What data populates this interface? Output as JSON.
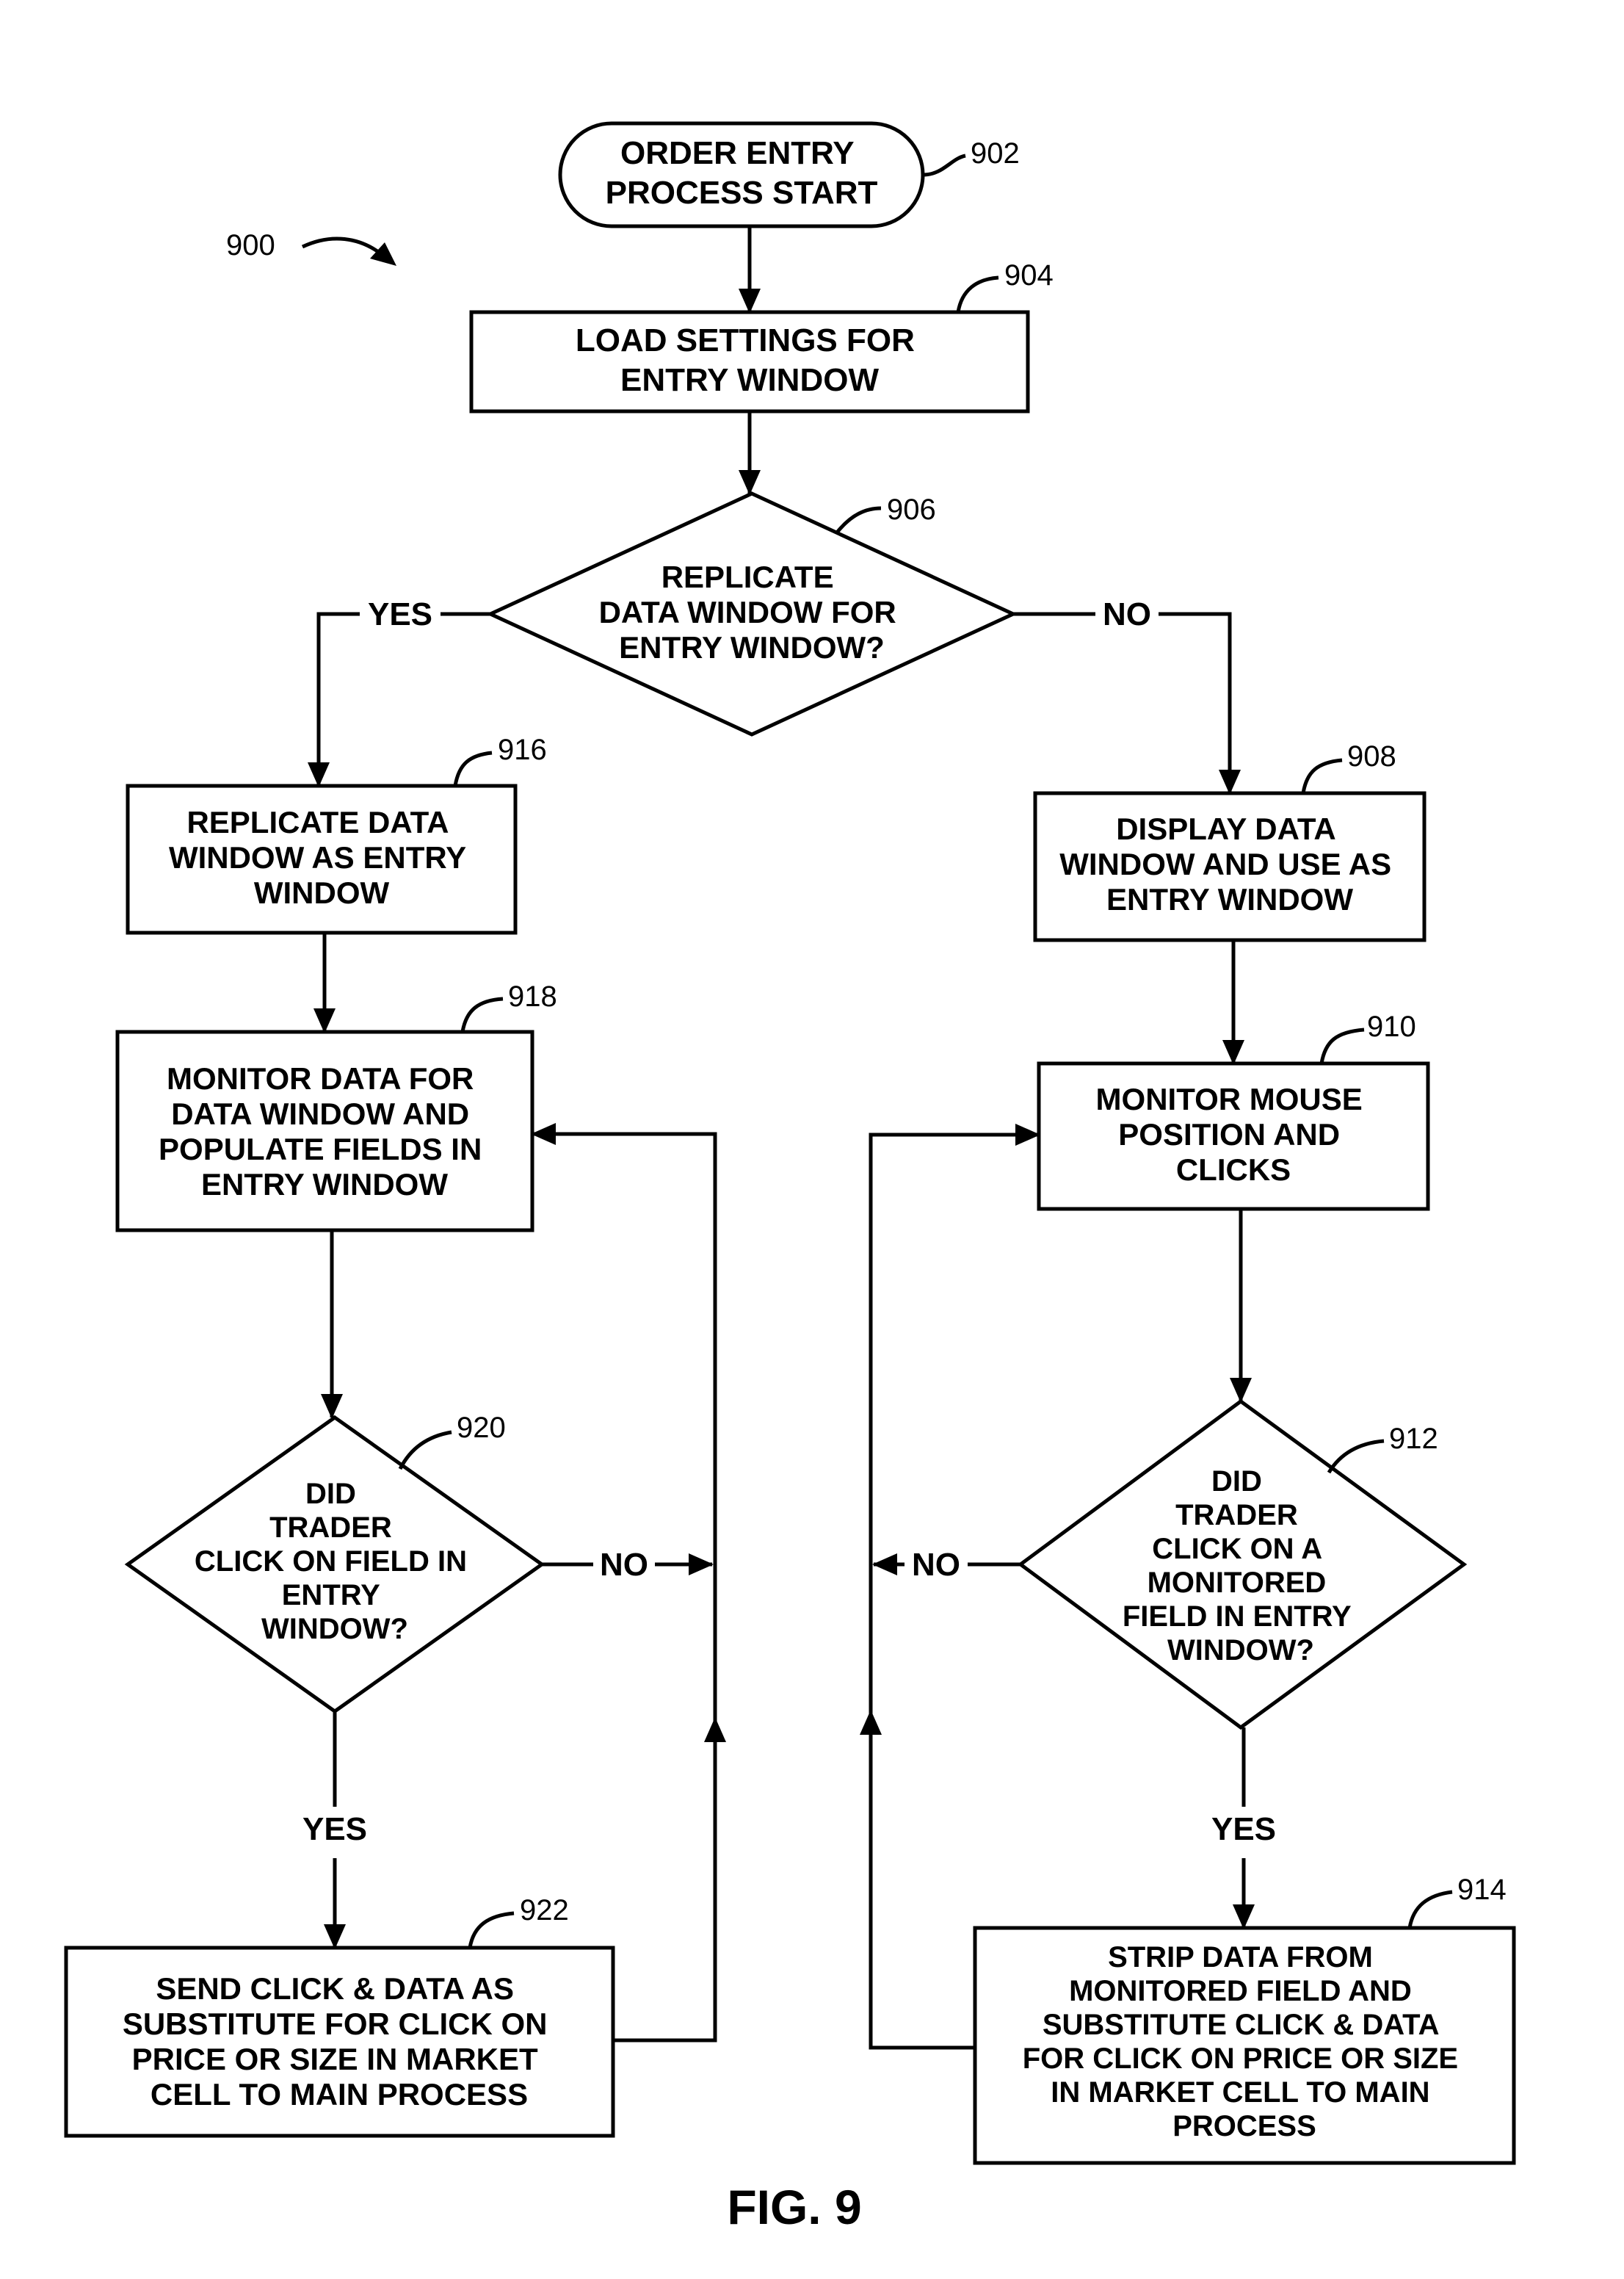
{
  "figure_number": "900",
  "caption": "FIG. 9",
  "nodes": {
    "start": {
      "ref": "902",
      "lines": [
        "ORDER ENTRY",
        "PROCESS START"
      ]
    },
    "load_settings": {
      "ref": "904",
      "lines": [
        "LOAD SETTINGS FOR",
        "ENTRY WINDOW"
      ]
    },
    "replicate_decision": {
      "ref": "906",
      "lines": [
        "REPLICATE",
        "DATA WINDOW FOR",
        "ENTRY WINDOW?"
      ]
    },
    "display_data": {
      "ref": "908",
      "lines": [
        "DISPLAY DATA",
        "WINDOW AND USE AS",
        "ENTRY WINDOW"
      ]
    },
    "monitor_mouse": {
      "ref": "910",
      "lines": [
        "MONITOR MOUSE",
        "POSITION AND",
        "CLICKS"
      ]
    },
    "click_monitored_decision": {
      "ref": "912",
      "lines": [
        "DID",
        "TRADER",
        "CLICK ON A",
        "MONITORED",
        "FIELD IN ENTRY",
        "WINDOW?"
      ]
    },
    "strip_data": {
      "ref": "914",
      "lines": [
        "STRIP DATA FROM",
        "MONITORED FIELD AND",
        "SUBSTITUTE CLICK & DATA",
        "FOR CLICK ON PRICE OR SIZE",
        "IN MARKET CELL TO MAIN",
        "PROCESS"
      ]
    },
    "replicate_window": {
      "ref": "916",
      "lines": [
        "REPLICATE DATA",
        "WINDOW AS ENTRY",
        "WINDOW"
      ]
    },
    "monitor_data": {
      "ref": "918",
      "lines": [
        "MONITOR DATA FOR",
        "DATA WINDOW AND",
        "POPULATE FIELDS IN",
        "ENTRY WINDOW"
      ]
    },
    "click_field_decision": {
      "ref": "920",
      "lines": [
        "DID",
        "TRADER",
        "CLICK ON FIELD IN",
        "ENTRY",
        "WINDOW?"
      ]
    },
    "send_click": {
      "ref": "922",
      "lines": [
        "SEND CLICK & DATA AS",
        "SUBSTITUTE FOR CLICK ON",
        "PRICE OR SIZE IN MARKET",
        "CELL TO MAIN PROCESS"
      ]
    }
  },
  "edge_labels": {
    "yes_906": "YES",
    "no_906": "NO",
    "no_920": "NO",
    "yes_920": "YES",
    "no_912": "NO",
    "yes_912": "YES"
  }
}
